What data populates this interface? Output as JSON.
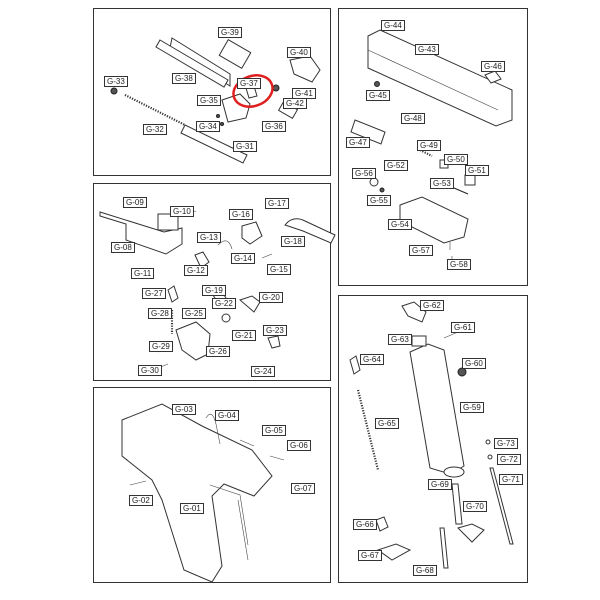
{
  "panels": [
    {
      "name": "recoil-barrel-assembly",
      "labels": [
        "G-39",
        "G-40",
        "G-38",
        "G-37",
        "G-33",
        "G-35",
        "G-41",
        "G-42",
        "G-34",
        "G-36",
        "G-32",
        "G-31"
      ]
    },
    {
      "name": "slide-assembly",
      "labels": [
        "G-44",
        "G-43",
        "G-46",
        "G-45",
        "G-48",
        "G-47",
        "G-49",
        "G-50",
        "G-51",
        "G-52",
        "G-56",
        "G-53",
        "G-55",
        "G-54",
        "G-57",
        "G-58"
      ]
    },
    {
      "name": "trigger-hammer-assembly",
      "labels": [
        "G-09",
        "G-10",
        "G-16",
        "G-17",
        "G-13",
        "G-18",
        "G-08",
        "G-14",
        "G-12",
        "G-15",
        "G-11",
        "G-27",
        "G-19",
        "G-20",
        "G-22",
        "G-28",
        "G-25",
        "G-21",
        "G-23",
        "G-29",
        "G-26",
        "G-30",
        "G-24"
      ]
    },
    {
      "name": "frame-assembly",
      "labels": [
        "G-03",
        "G-04",
        "G-05",
        "G-06",
        "G-07",
        "G-02",
        "G-01"
      ]
    },
    {
      "name": "magazine-assembly",
      "labels": [
        "G-62",
        "G-61",
        "G-63",
        "G-64",
        "G-60",
        "G-59",
        "G-65",
        "G-73",
        "G-72",
        "G-69",
        "G-71",
        "G-70",
        "G-66",
        "G-67",
        "G-68"
      ]
    }
  ],
  "highlight": {
    "part": "G-37",
    "color": "#e02020"
  }
}
